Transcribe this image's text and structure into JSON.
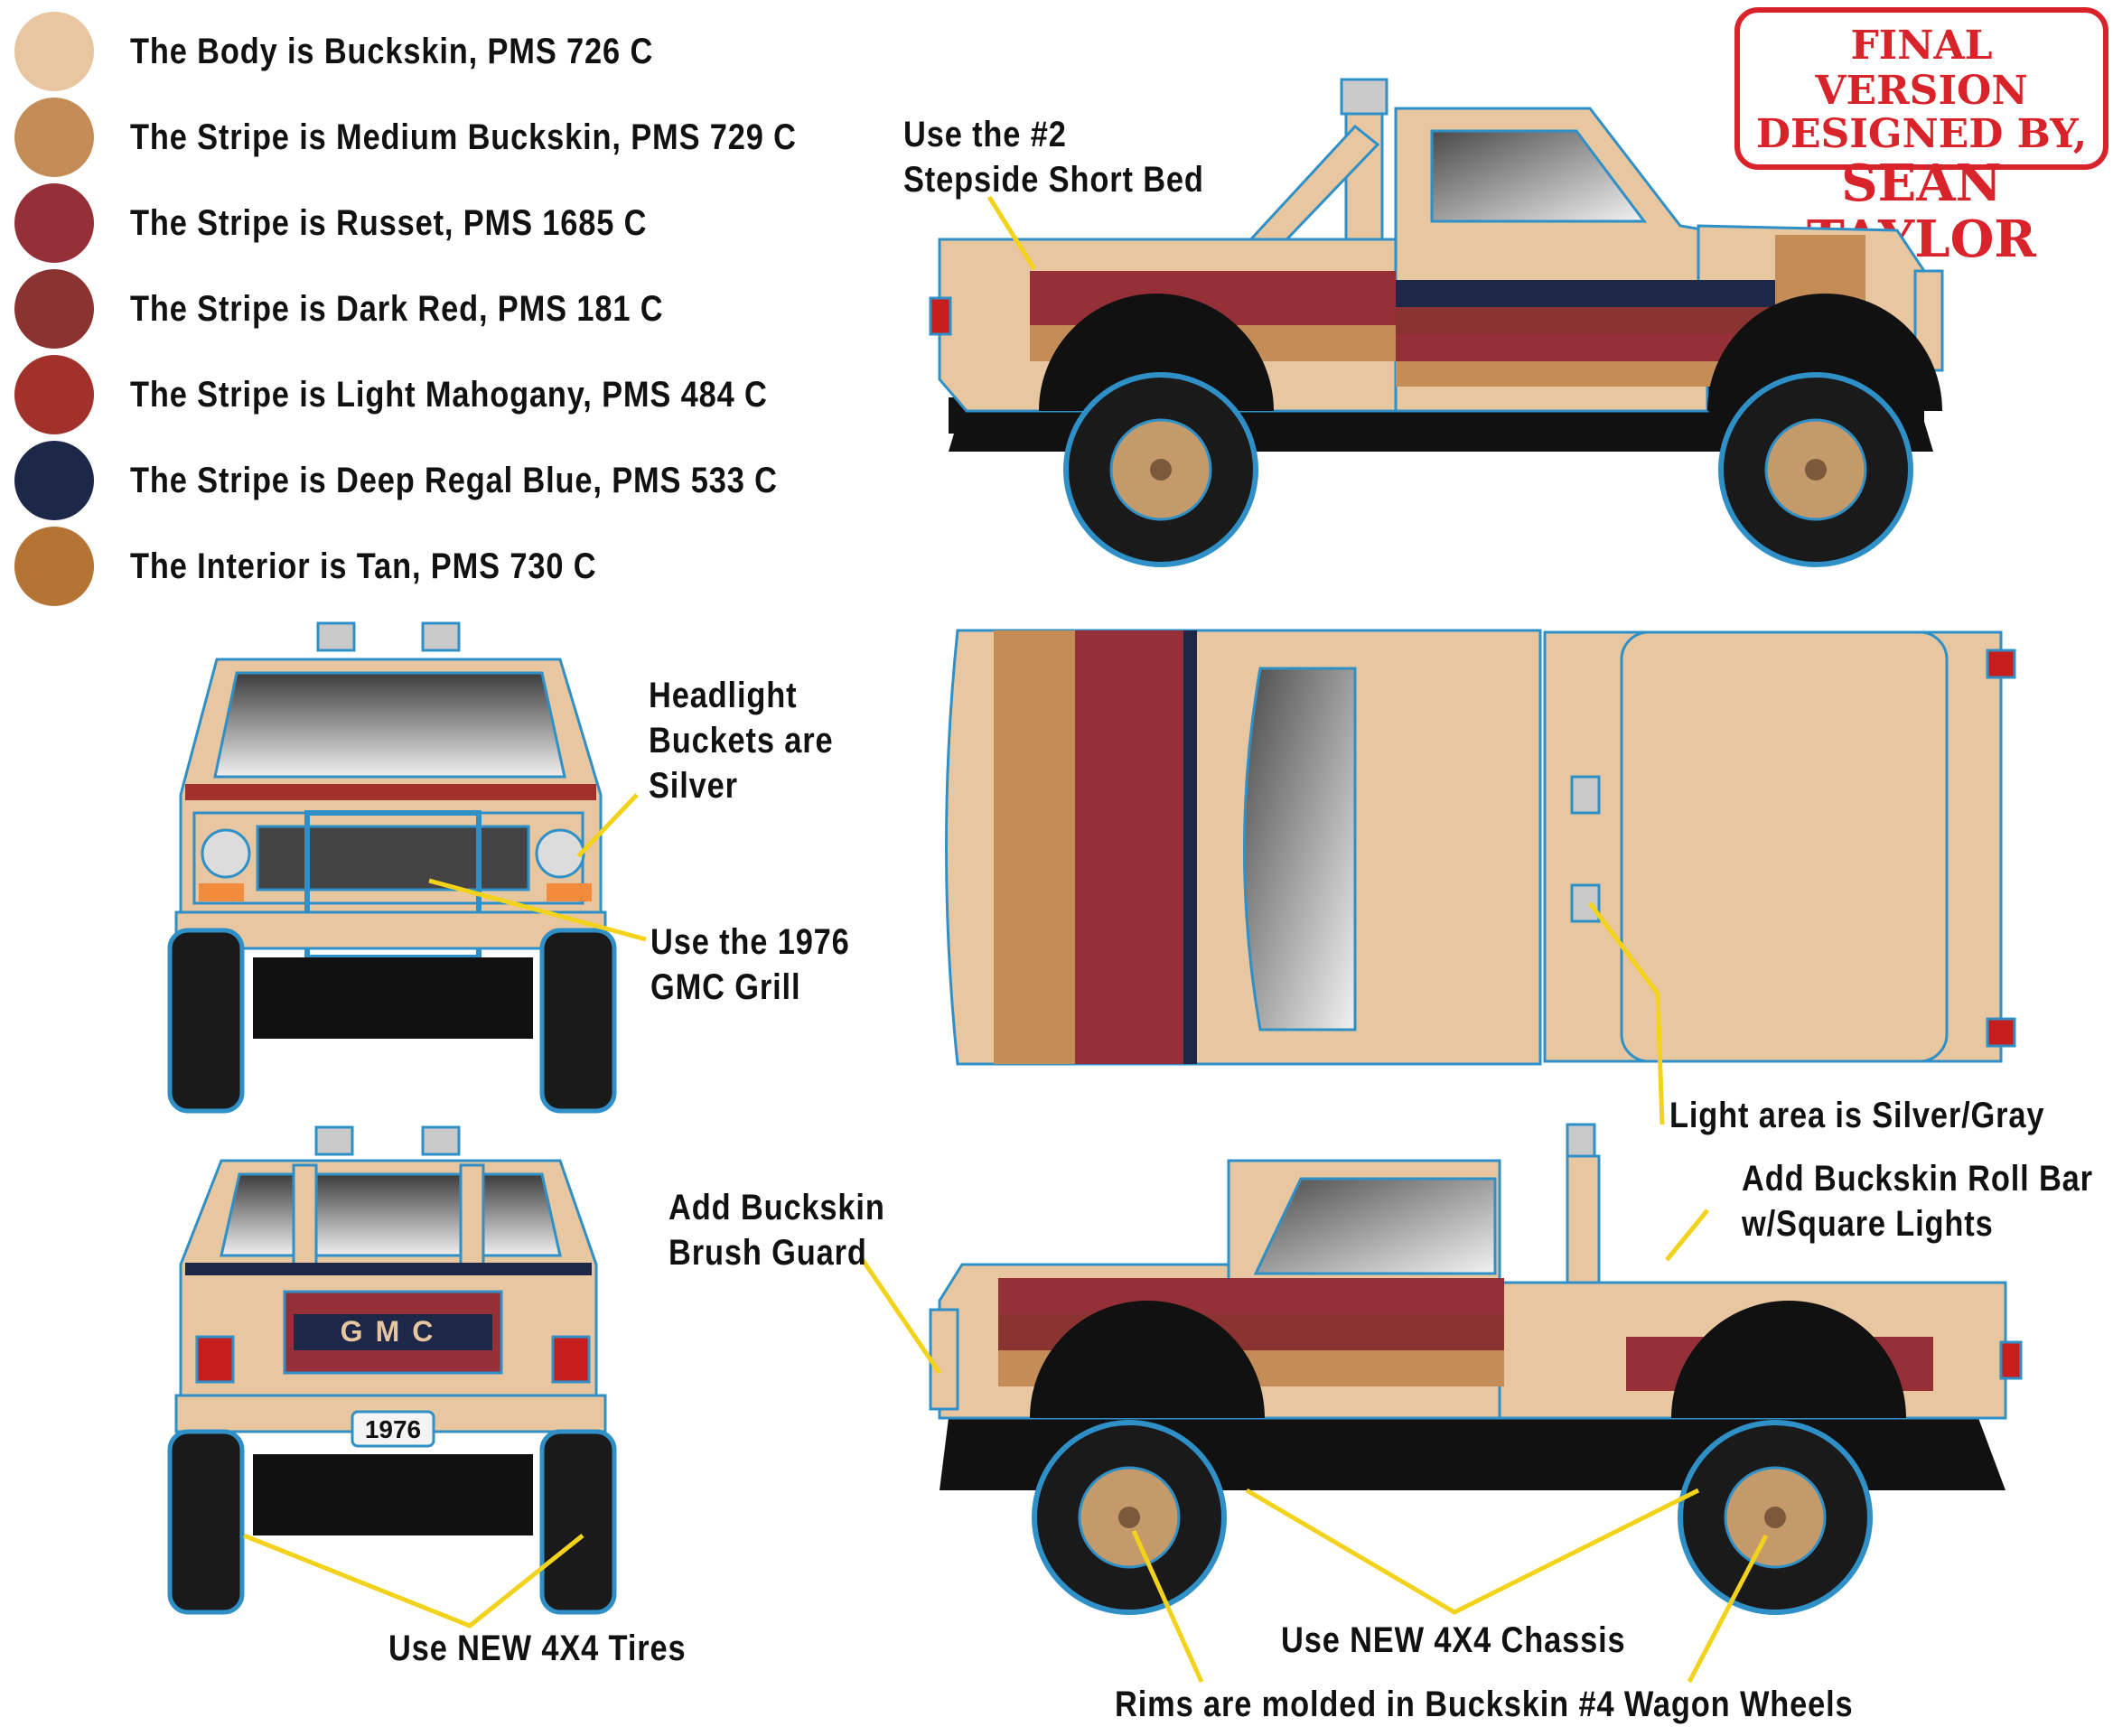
{
  "swatches": [
    {
      "label": "The Body is Buckskin, PMS 726 C",
      "color": "#e8c6a0"
    },
    {
      "label": "The Stripe is Medium Buckskin, PMS 729 C",
      "color": "#c48c57"
    },
    {
      "label": "The Stripe is Russet, PMS 1685 C",
      "color": "#963038"
    },
    {
      "label": "The Stripe is Dark Red, PMS 181 C",
      "color": "#8a3330"
    },
    {
      "label": "The Stripe is Light Mahogany, PMS 484 C",
      "color": "#a1312a"
    },
    {
      "label": "The Stripe is Deep Regal Blue, PMS 533 C",
      "color": "#1d2748"
    },
    {
      "label": "The Interior is Tan, PMS 730 C",
      "color": "#b57434"
    }
  ],
  "stamp": {
    "line1": "FINAL VERSION",
    "line2": "DESIGNED BY,",
    "line3": "SEAN TAYLOR",
    "color": "#d8232a"
  },
  "callouts": {
    "stepside": [
      "Use the #2",
      "Stepside Short Bed"
    ],
    "headlight": [
      "Headlight",
      "Buckets are",
      "Silver"
    ],
    "grill": [
      "Use the 1976",
      "GMC Grill"
    ],
    "light_area": [
      "Light area is Silver/Gray"
    ],
    "roll_bar": [
      "Add Buckskin Roll Bar",
      "w/Square Lights"
    ],
    "brush_guard": [
      "Add Buckskin",
      "Brush Guard"
    ],
    "tires": [
      "Use NEW 4X4 Tires"
    ],
    "chassis": [
      "Use NEW 4X4 Chassis"
    ],
    "rims": [
      "Rims are molded in Buckskin #4 Wagon Wheels"
    ]
  },
  "tailgate_text": "GMC",
  "plate_text": "1976",
  "colors": {
    "body": "#e8c6a0",
    "outline": "#2f90c8",
    "leader": "#f3d21b",
    "glass": "#6c6c6c",
    "chassis": "#111111"
  }
}
